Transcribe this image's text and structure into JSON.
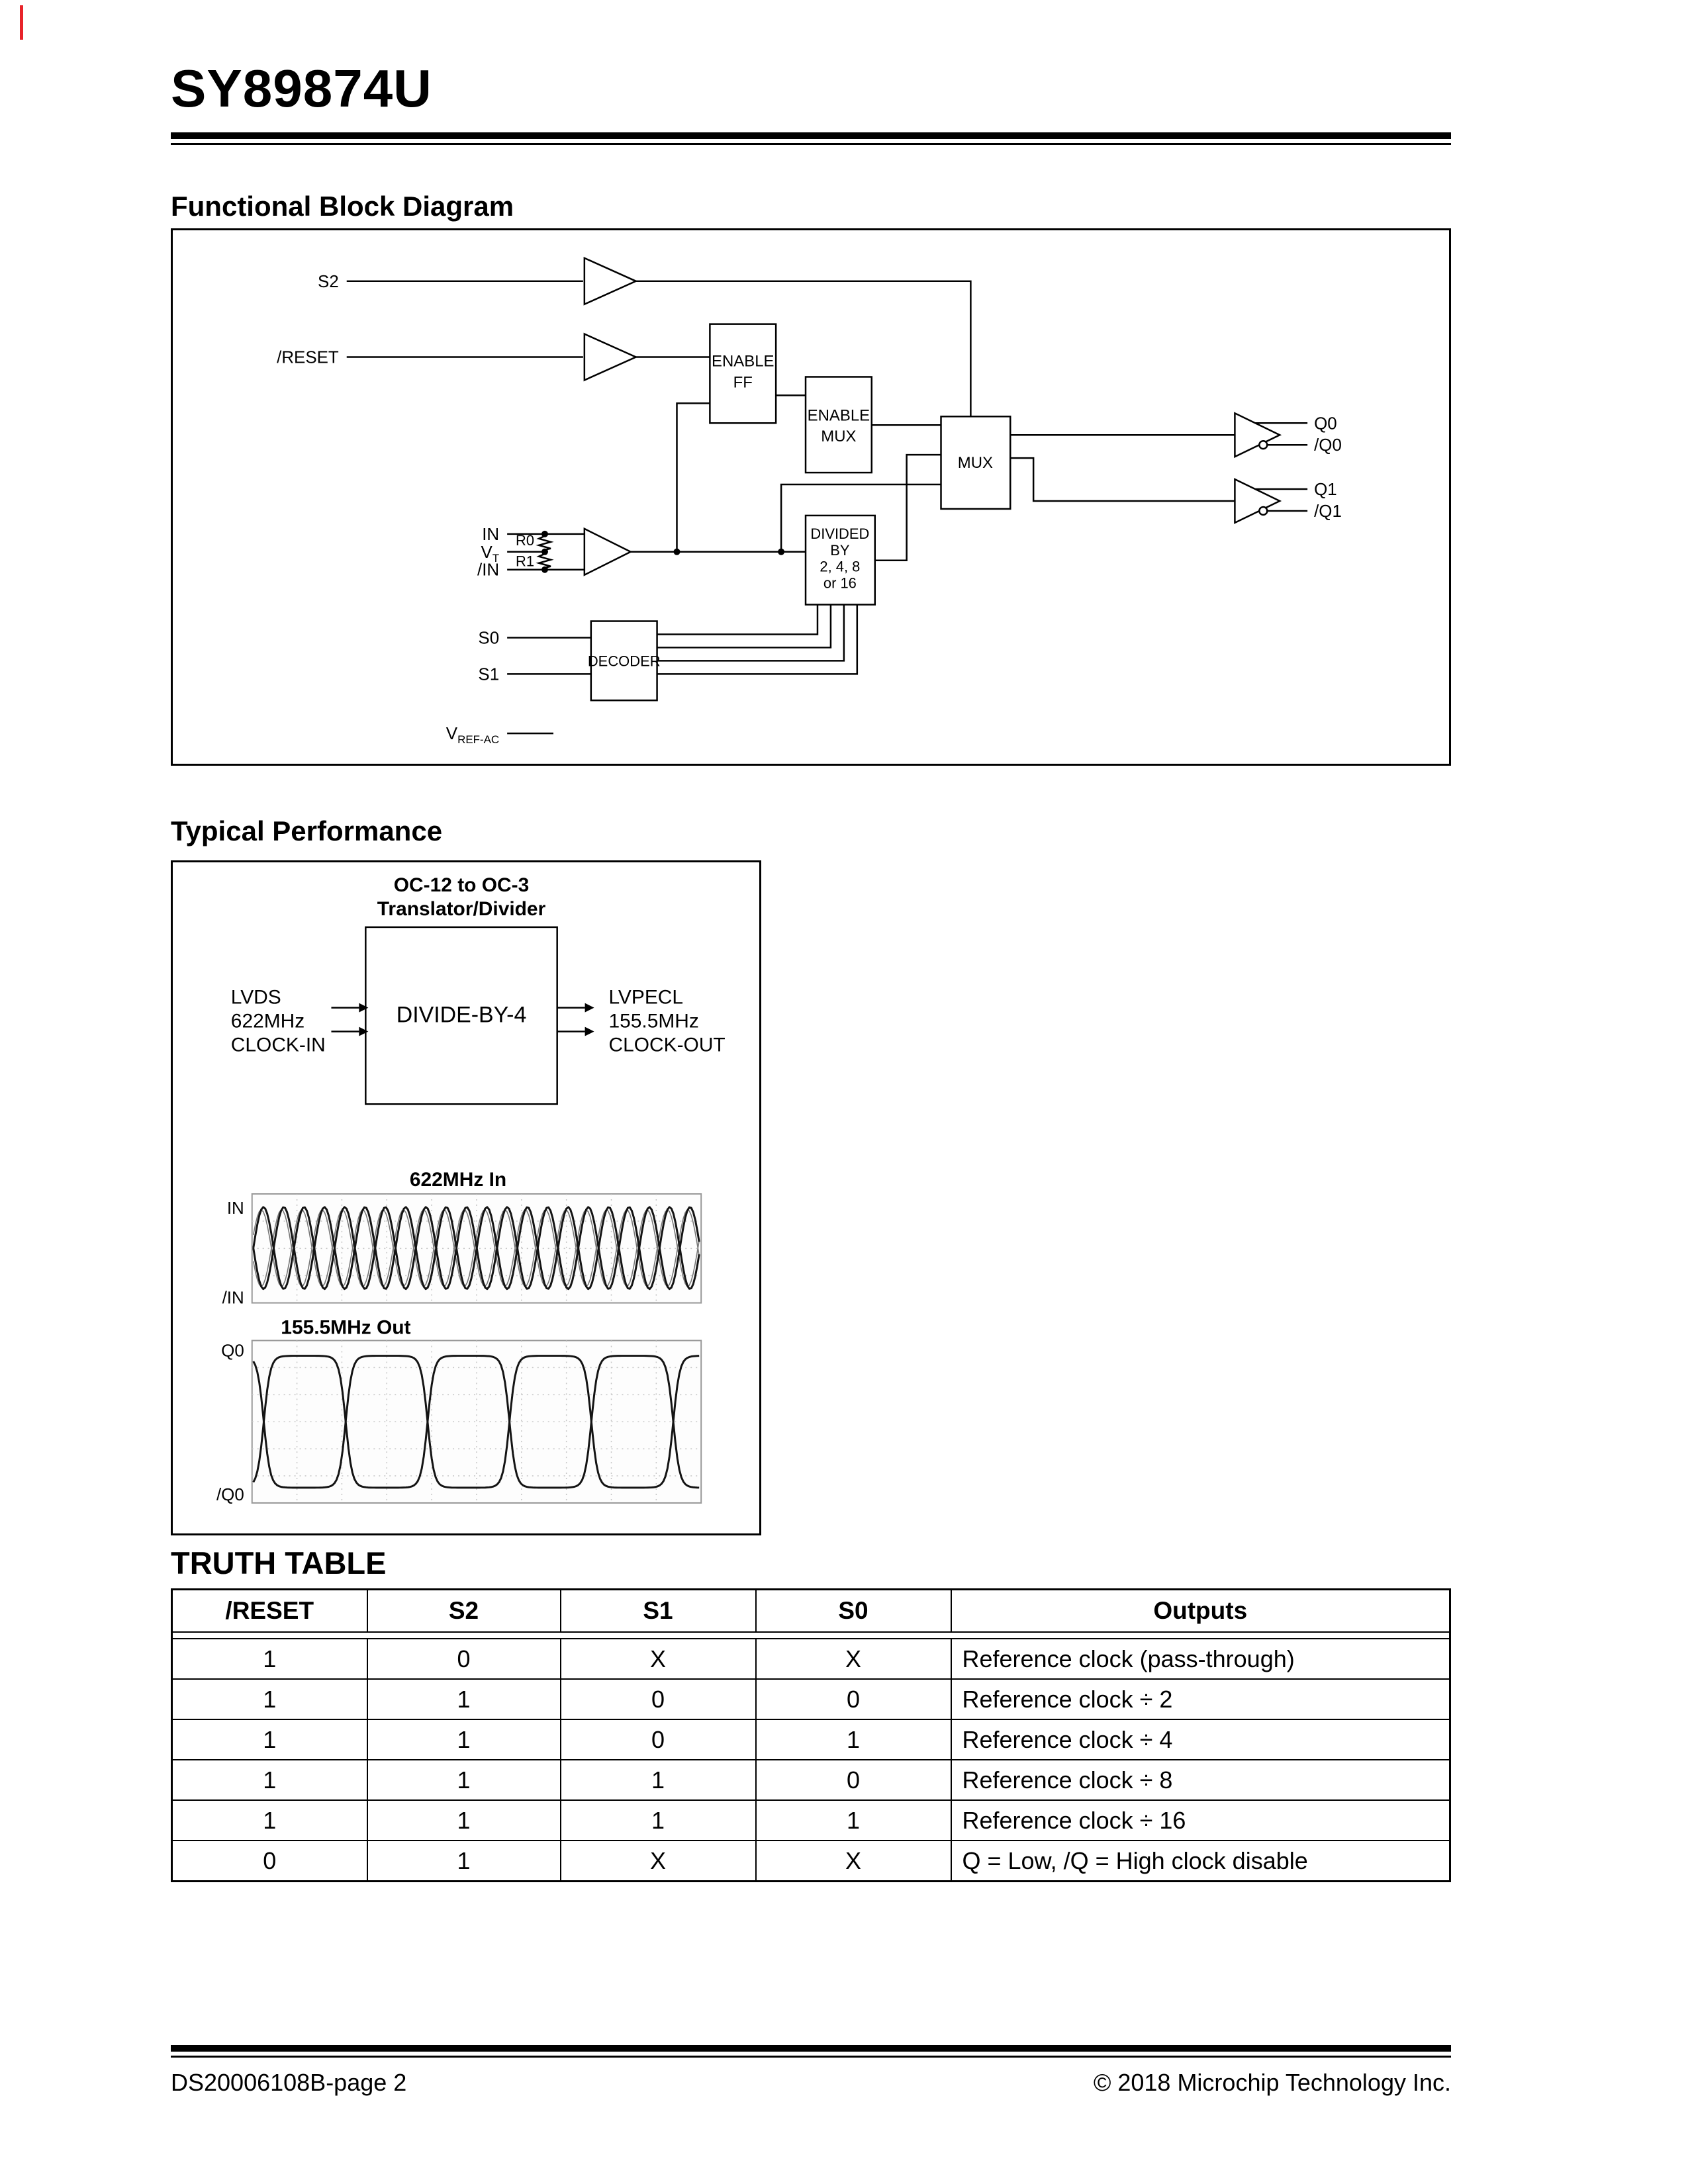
{
  "page": {
    "title": "SY89874U",
    "footer_left": "DS20006108B-page 2",
    "footer_right": "© 2018 Microchip Technology Inc."
  },
  "block": {
    "heading": "Functional Block Diagram",
    "s2": "S2",
    "reset": "/RESET",
    "in": "IN",
    "in_b": "/IN",
    "r0": "R0",
    "r1": "R1",
    "v": "V",
    "t_sub": "T",
    "vref_v": "V",
    "vref_sub": "REF-AC",
    "s0": "S0",
    "s1": "S1",
    "enable_ff_1": "ENABLE",
    "enable_ff_2": "FF",
    "enable_mux_1": "ENABLE",
    "enable_mux_2": "MUX",
    "mux": "MUX",
    "div_1": "DIVIDED",
    "div_2": "BY",
    "div_3": "2, 4, 8",
    "div_4": "or 16",
    "decoder": "DECODER",
    "q0": "Q0",
    "q0_b": "/Q0",
    "q1": "Q1",
    "q1_b": "/Q1"
  },
  "perf": {
    "heading": "Typical Performance",
    "title_1": "OC-12 to OC-3",
    "title_2": "Translator/Divider",
    "divider_box": "DIVIDE-BY-4",
    "in_1": "LVDS",
    "in_2": "622MHz",
    "in_3": "CLOCK-IN",
    "out_1": "LVPECL",
    "out_2": "155.5MHz",
    "out_3": "CLOCK-OUT",
    "wave_in_title": "622MHz In",
    "wave_out_title": "155.5MHz Out",
    "sig_in": "IN",
    "sig_in_b": "/IN",
    "sig_q0": "Q0",
    "sig_q0_b": "/Q0"
  },
  "truth_table": {
    "heading": "TRUTH TABLE",
    "headers": [
      "/RESET",
      "S2",
      "S1",
      "S0",
      "Outputs"
    ],
    "rows": [
      [
        "1",
        "0",
        "X",
        "X",
        "Reference clock (pass-through)"
      ],
      [
        "1",
        "1",
        "0",
        "0",
        "Reference clock ÷ 2"
      ],
      [
        "1",
        "1",
        "0",
        "1",
        "Reference clock ÷ 4"
      ],
      [
        "1",
        "1",
        "1",
        "0",
        "Reference clock ÷ 8"
      ],
      [
        "1",
        "1",
        "1",
        "1",
        "Reference clock ÷ 16"
      ],
      [
        "0",
        "1",
        "X",
        "X",
        "Q = Low, /Q = High clock disable"
      ]
    ]
  }
}
